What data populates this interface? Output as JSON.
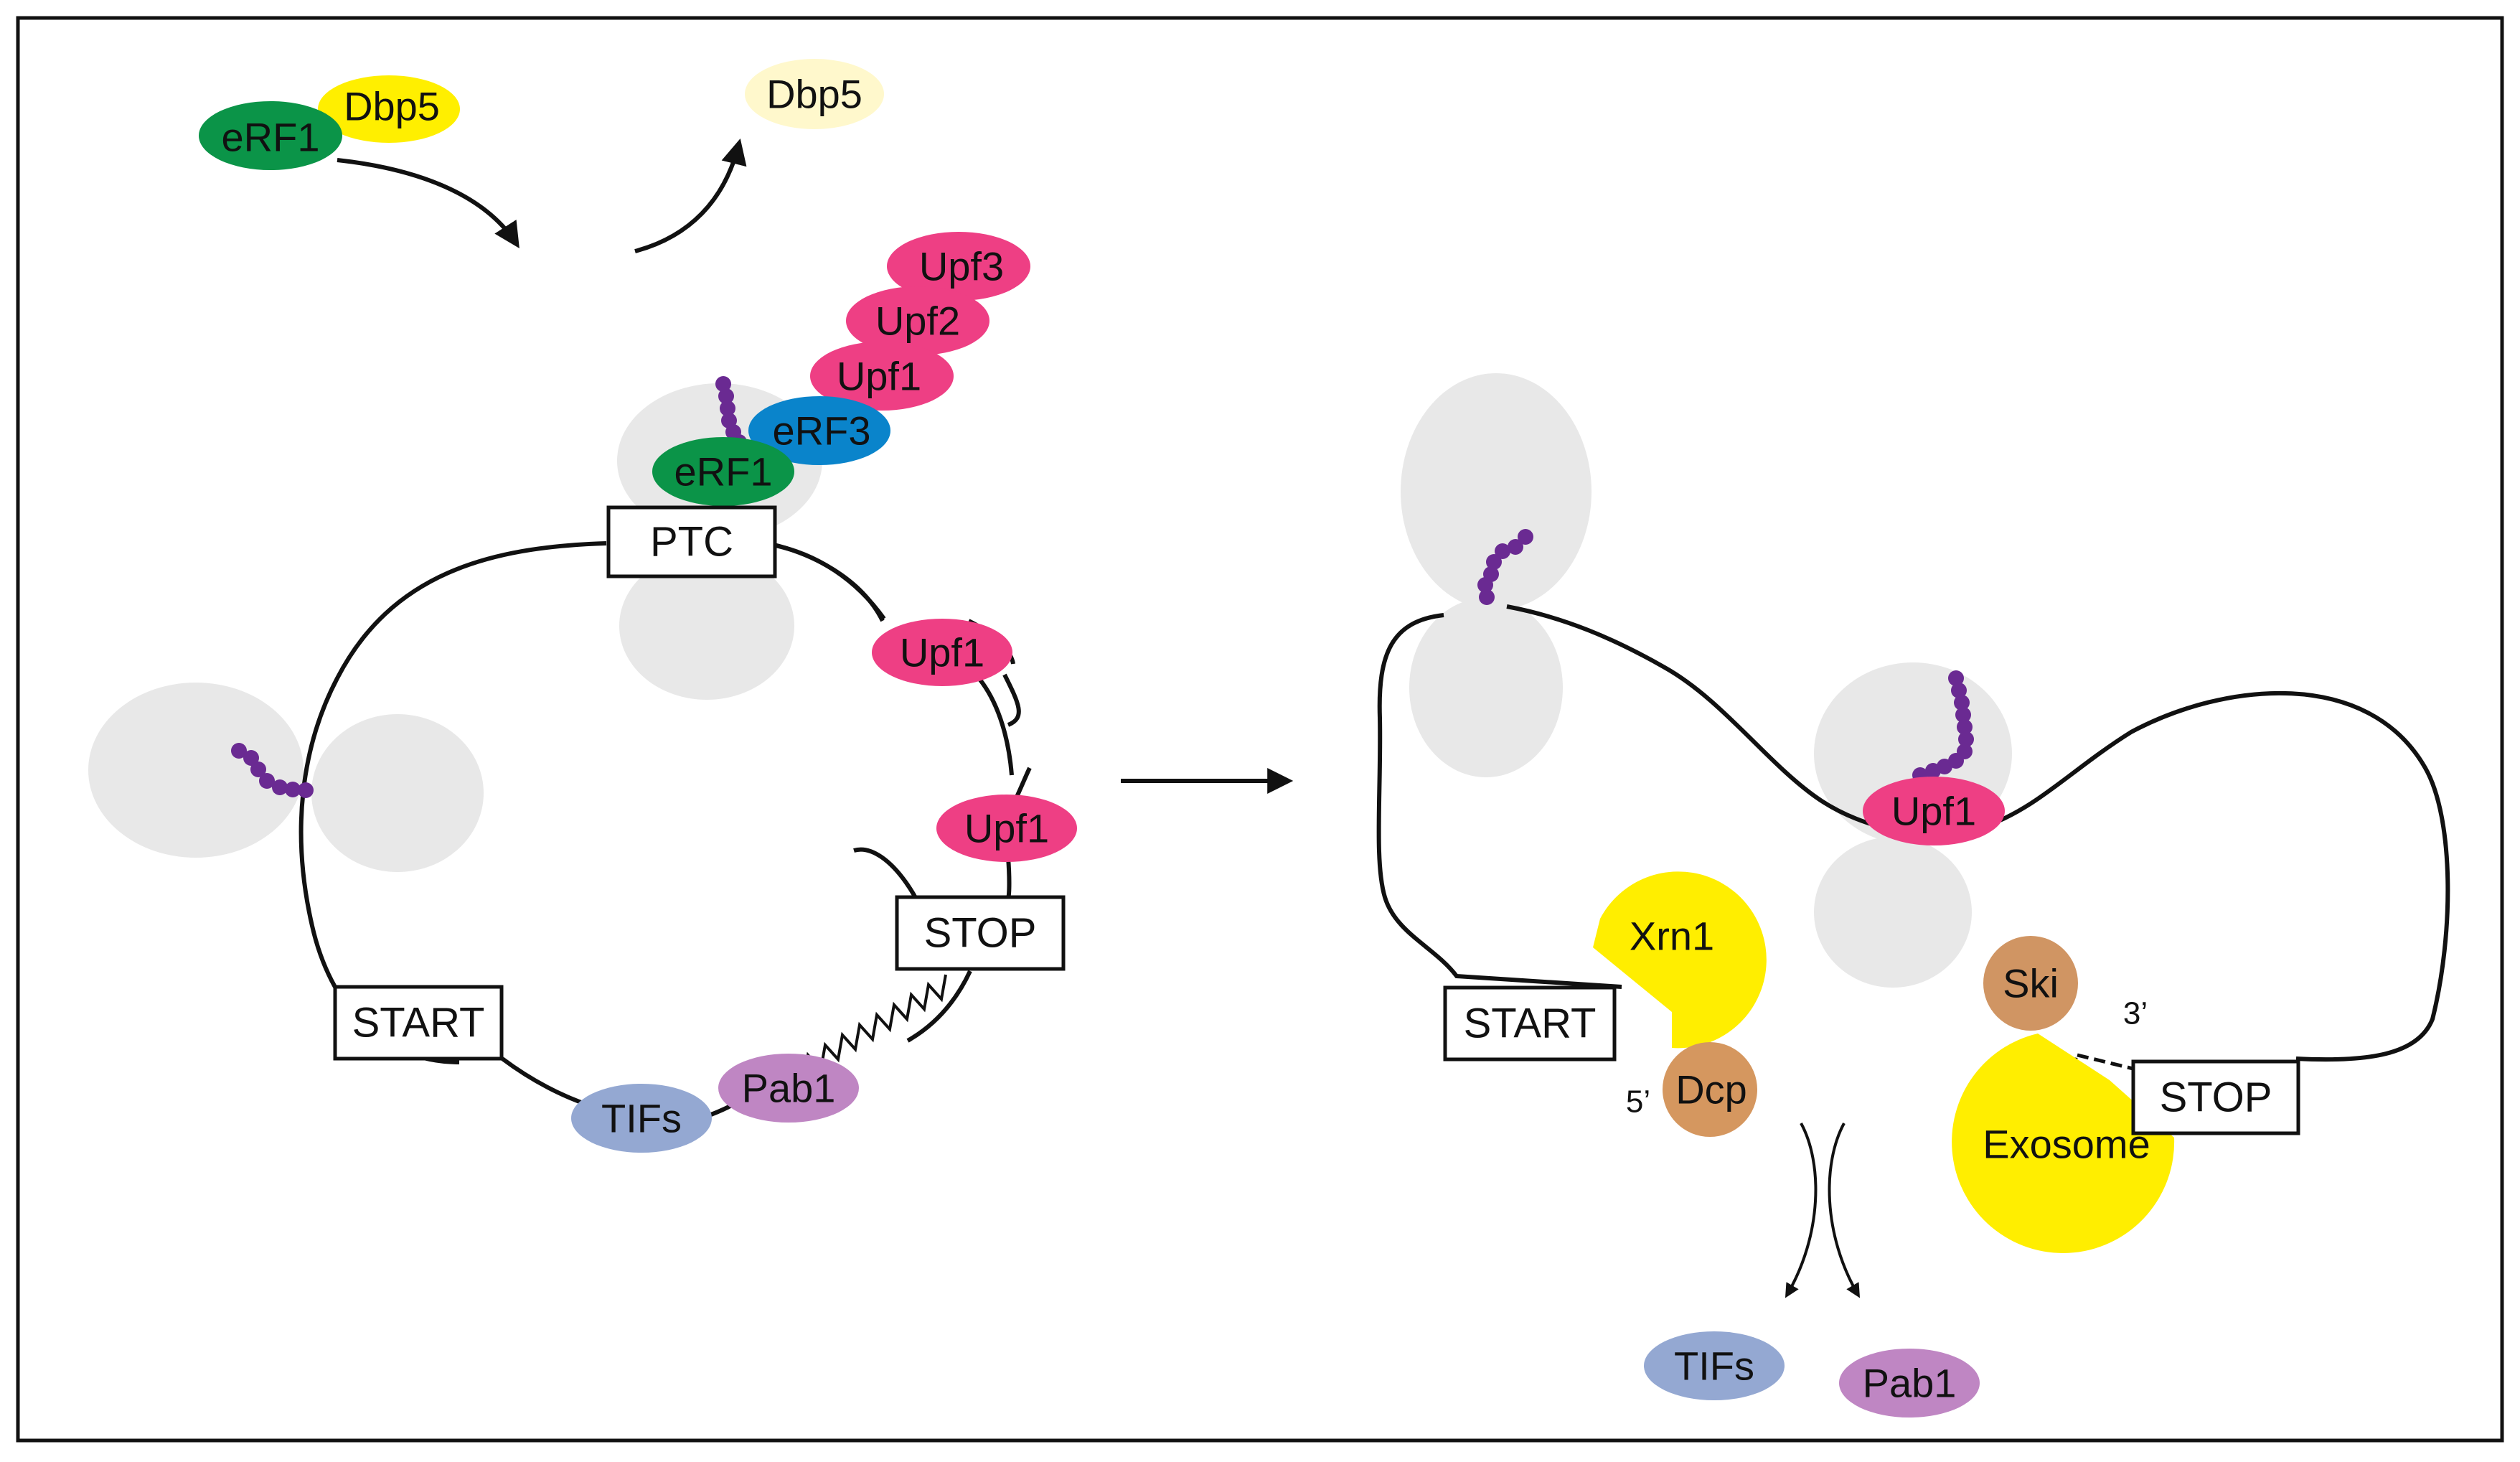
{
  "colors": {
    "erf1": "#0b9448",
    "dbp5": "#ffef00",
    "dbp5_released": "#fff8cc",
    "upf": "#ee3f84",
    "erf3": "#0a84cb",
    "tifs": "#94a8d2",
    "pab1": "#bf86c3",
    "ribosome": "#e8e8e8",
    "peptide": "#6a2a92",
    "xrn1": "#ffee00",
    "exosome": "#ffee00",
    "dcp": "#d5975f",
    "ski": "#d09563"
  },
  "left": {
    "erf1_dbp5": {
      "erf1": "eRF1",
      "dbp5": "Dbp5"
    },
    "dbp5_released": "Dbp5",
    "upf_stack": [
      "Upf3",
      "Upf2",
      "Upf1"
    ],
    "erf3": "eRF3",
    "erf1": "eRF1",
    "ptc": "PTC",
    "upf1_a": "Upf1",
    "upf1_b": "Upf1",
    "stop": "STOP",
    "start": "START",
    "pab1": "Pab1",
    "tifs": "TIFs"
  },
  "right": {
    "upf1": "Upf1",
    "xrn1": "Xrn1",
    "start": "START",
    "dcp": "Dcp",
    "five_prime": "5’",
    "ski": "Ski",
    "three_prime": "3’",
    "stop": "STOP",
    "exosome": "Exosome",
    "tifs": "TIFs",
    "pab1": "Pab1"
  }
}
